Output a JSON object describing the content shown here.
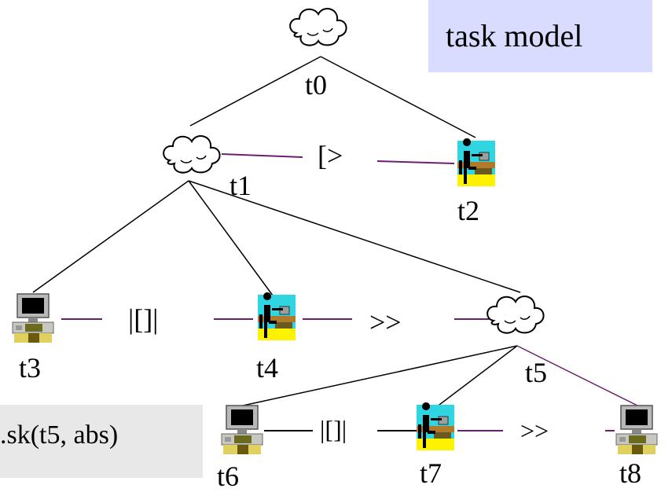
{
  "title": "task model",
  "code_text": "sk(t5, abs).",
  "nodes": {
    "t0": "t0",
    "t1": "t1",
    "t2": "t2",
    "t3": "t3",
    "t4": "t4",
    "t5": "t5",
    "t6": "t6",
    "t7": "t7",
    "t8": "t8"
  },
  "operators": {
    "t1_t2": "[>",
    "t3_t4": "|[]|",
    "t4_t5": ">>",
    "t6_t7": "|[]|",
    "t7_t8": ">>"
  },
  "colors": {
    "title_bg": "#d9dcff",
    "code_bg": "#e8e8e8",
    "operator_line": "#6b1f6e",
    "tree_line": "#000000"
  },
  "icons": {
    "t0": "cloud-icon",
    "t1": "cloud-icon",
    "t5": "cloud-icon",
    "t2": "user-at-desk-icon",
    "t4": "user-at-desk-icon",
    "t7": "user-at-desk-icon",
    "t3": "computer-icon",
    "t6": "computer-icon",
    "t8": "computer-icon"
  }
}
